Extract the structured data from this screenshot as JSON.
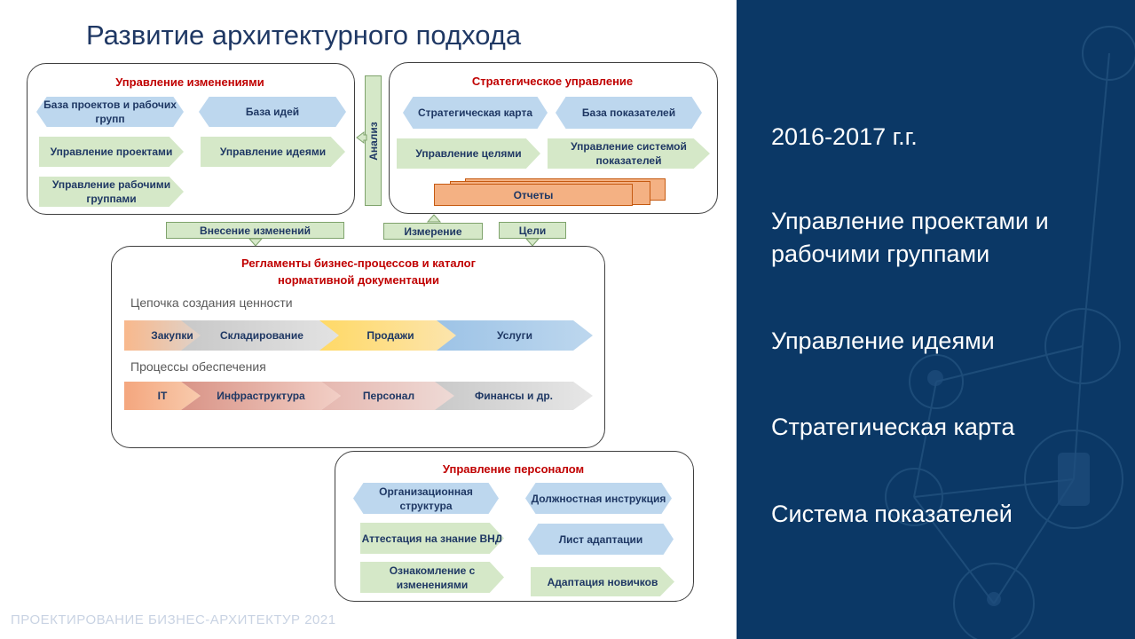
{
  "title": "Развитие архитектурного подхода",
  "footer": "ПРОЕКТИРОВАНИЕ БИЗНЕС-АРХИТЕКТУР 2021",
  "change_mgmt": {
    "title": "Управление изменениями",
    "items": [
      "База проектов и рабочих групп",
      "База идей",
      "Управление проектами",
      "Управление идеями",
      "Управление рабочими группами"
    ]
  },
  "analysis_label": "Анализ",
  "strategic": {
    "title": "Стратегическое управление",
    "items": [
      "Стратегическая карта",
      "База показателей",
      "Управление целями",
      "Управление системой показателей",
      "Отчеты"
    ]
  },
  "connectors": {
    "changes": "Внесение изменений",
    "measure": "Измерение",
    "goals": "Цели"
  },
  "regulations": {
    "title": "Регламенты бизнес-процессов и каталог нормативной документации",
    "value_chain_label": "Цепочка создания ценности",
    "value_chain": [
      "Закупки",
      "Складирование",
      "Продажи",
      "Услуги"
    ],
    "support_label": "Процессы обеспечения",
    "support": [
      "IT",
      "Инфраструктура",
      "Персонал",
      "Финансы и др."
    ]
  },
  "hr": {
    "title": "Управление персоналом",
    "items": [
      "Организационная структура",
      "Должностная инструкция",
      "Аттестация на знание ВНД",
      "Лист адаптации",
      "Ознакомление с изменениями",
      "Адаптация новичков"
    ]
  },
  "right_panel": {
    "items": [
      "2016-2017 г.г.",
      "Управление проектами и рабочими группами",
      "Управление идеями",
      "Стратегическая карта",
      "Система показателей"
    ]
  },
  "colors": {
    "accent_red": "#c00000",
    "navy": "#1f3864",
    "panel_bg": "#0b3866",
    "blue_shape": "#bdd7ee",
    "green_shape": "#d5e8c8",
    "orange_shape": "#f4b183"
  }
}
